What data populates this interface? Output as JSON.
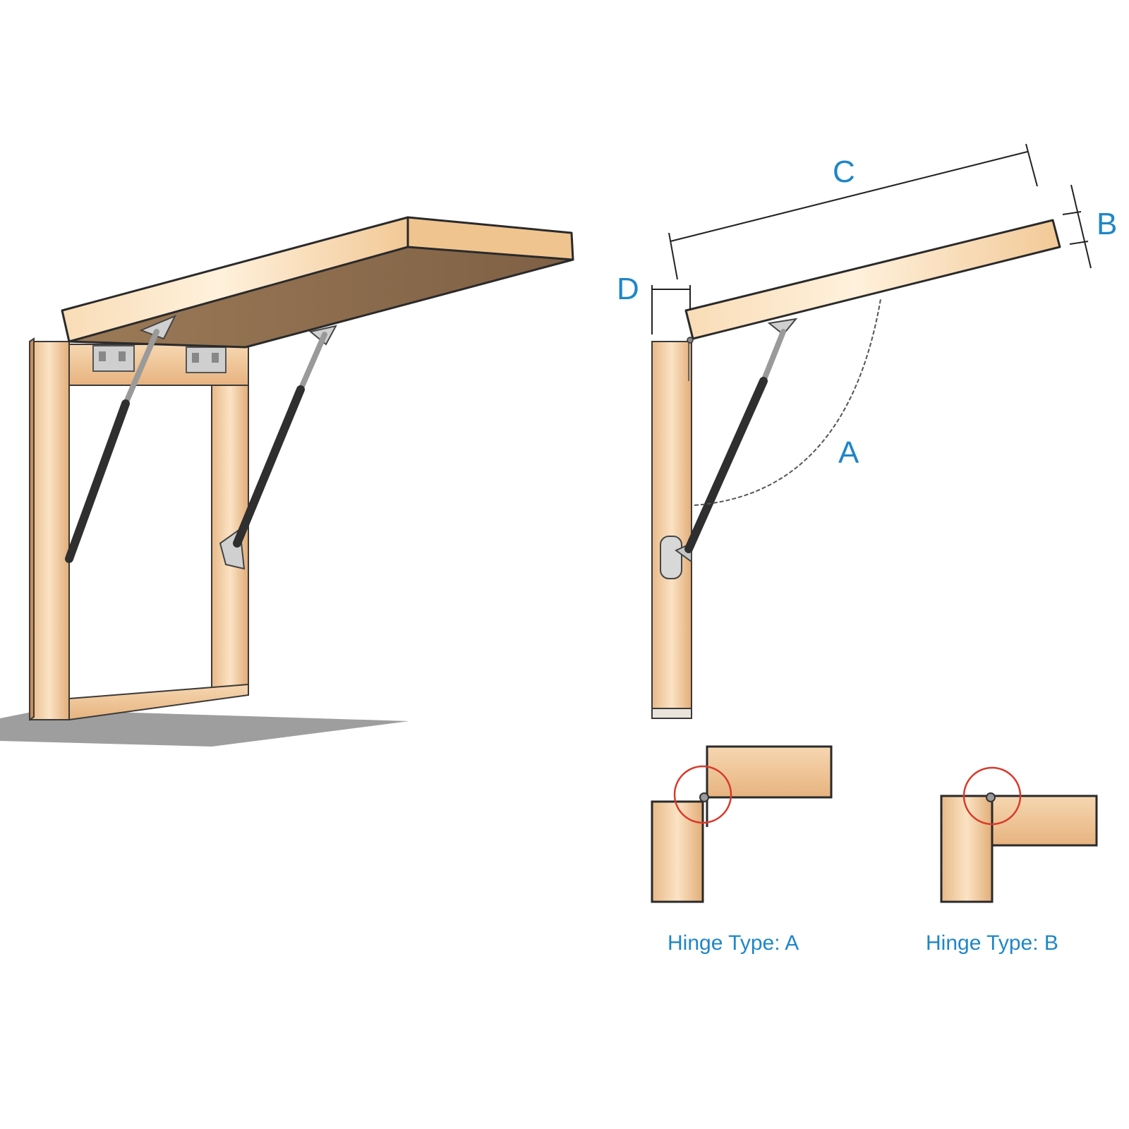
{
  "labels": {
    "a": "A",
    "b": "B",
    "c": "C",
    "d": "D",
    "hinge_a": "Hinge Type: A",
    "hinge_b": "Hinge Type: B"
  },
  "colors": {
    "label": "#1f86c8",
    "wood_light": "#fbe3c4",
    "wood_mid": "#f1c99a",
    "wood_dark": "#d89d63",
    "outline": "#2a2a2a",
    "strut": "#2f2f2f",
    "metal": "#c9c9c9",
    "shadow": "#9a9a9a",
    "highlight_circle": "#d83a2c"
  },
  "icons": {
    "hinge_marker": "circle-outline"
  }
}
